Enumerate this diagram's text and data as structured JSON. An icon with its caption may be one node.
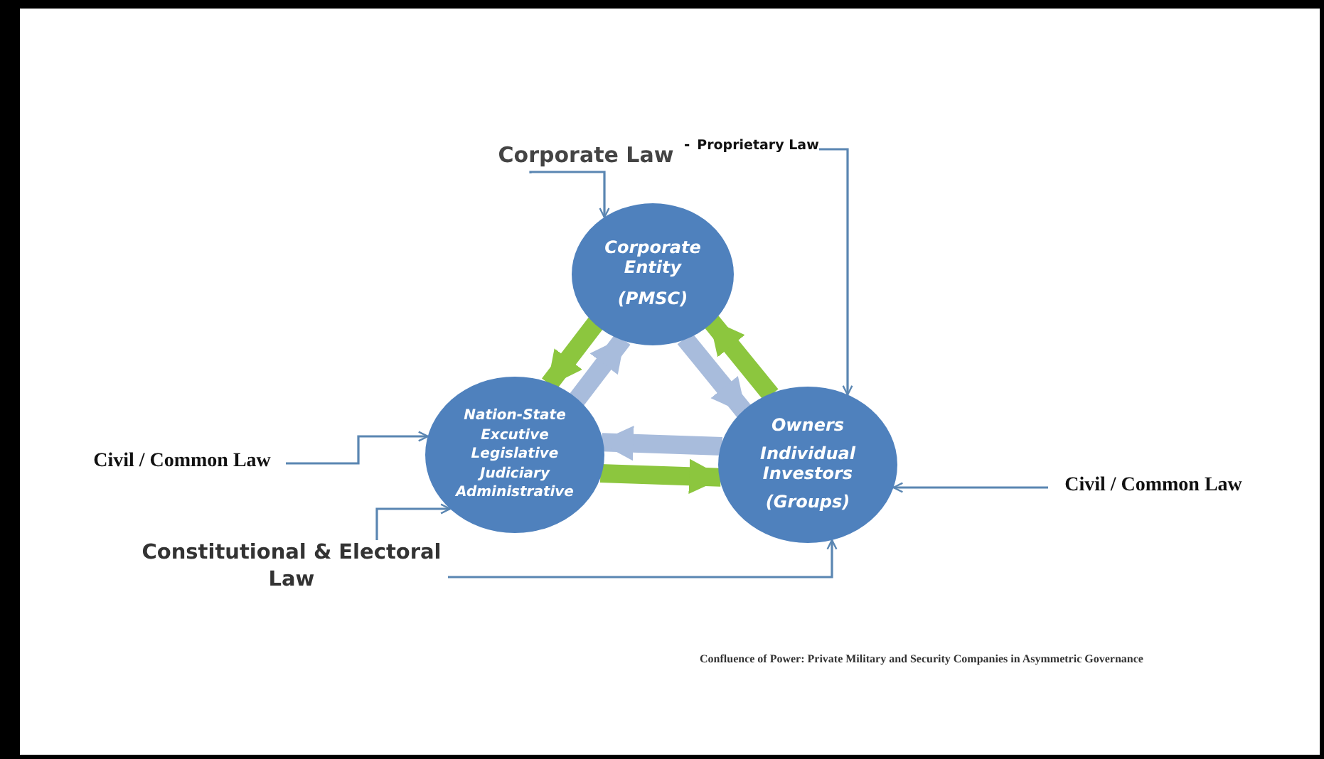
{
  "diagram": {
    "caption": "Confluence of Power: Private Military and Security Companies in Asymmetric Governance",
    "nodes": [
      {
        "text": [
          "Corporate Law"
        ]
      },
      {
        "text": [
          "Proprietary Law"
        ]
      },
      {
        "text": [
          "Corporate Entity",
          "(PMSC)"
        ]
      },
      {
        "text": [
          "Nation-State",
          "Excutive",
          "Legislative",
          "Judiciary",
          "Administrative"
        ]
      },
      {
        "text": [
          "Owners",
          "Individual Investors",
          "(Groups)"
        ]
      },
      {
        "text": [
          "Civil / Common Law"
        ]
      },
      {
        "text": [
          "Civil / Common Law"
        ]
      },
      {
        "text": [
          "Constitutional & Electoral Law"
        ]
      }
    ],
    "edges": [
      {
        "from": 0,
        "to": 2,
        "arrow": "to"
      },
      {
        "from": 1,
        "to": 4,
        "arrow": "to"
      },
      {
        "from": 5,
        "to": 3,
        "arrow": "to"
      },
      {
        "from": 7,
        "to": 3,
        "arrow": "to"
      },
      {
        "from": 7,
        "to": 4,
        "arrow": "to"
      },
      {
        "from": 6,
        "to": 4,
        "arrow": "to"
      },
      {
        "from": 2,
        "to": 3,
        "arrow": "to",
        "style": "thick",
        "color": "#8cc63e"
      },
      {
        "from": 3,
        "to": 2,
        "arrow": "to",
        "style": "thick",
        "color": "#a8bcdc"
      },
      {
        "from": 2,
        "to": 4,
        "arrow": "to",
        "style": "thick",
        "color": "#a8bcdc"
      },
      {
        "from": 4,
        "to": 2,
        "arrow": "to",
        "style": "thick",
        "color": "#8cc63e"
      },
      {
        "from": 4,
        "to": 3,
        "arrow": "to",
        "style": "thick",
        "color": "#a8bcdc"
      },
      {
        "from": 3,
        "to": 4,
        "arrow": "to",
        "style": "thick",
        "color": "#8cc63e"
      }
    ],
    "labels": [
      "-"
    ]
  }
}
